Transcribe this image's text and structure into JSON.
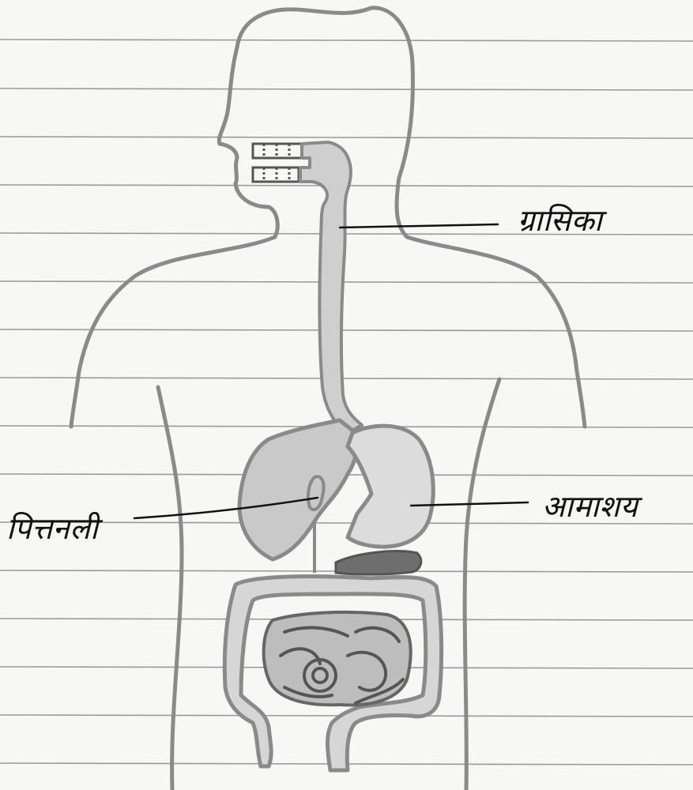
{
  "diagram": {
    "labels": {
      "oesophagus": "ग्रासिका",
      "stomach": "आमाशय",
      "bile_duct": "पित्तनली"
    }
  },
  "colors": {
    "paper": "#f7f7f5",
    "ruled_line": "#9a9a9a",
    "outline": "#8a8a8a",
    "organ_fill": "#c9c9c9",
    "pancreas_fill": "#6e6e6e",
    "ink": "#111111"
  }
}
